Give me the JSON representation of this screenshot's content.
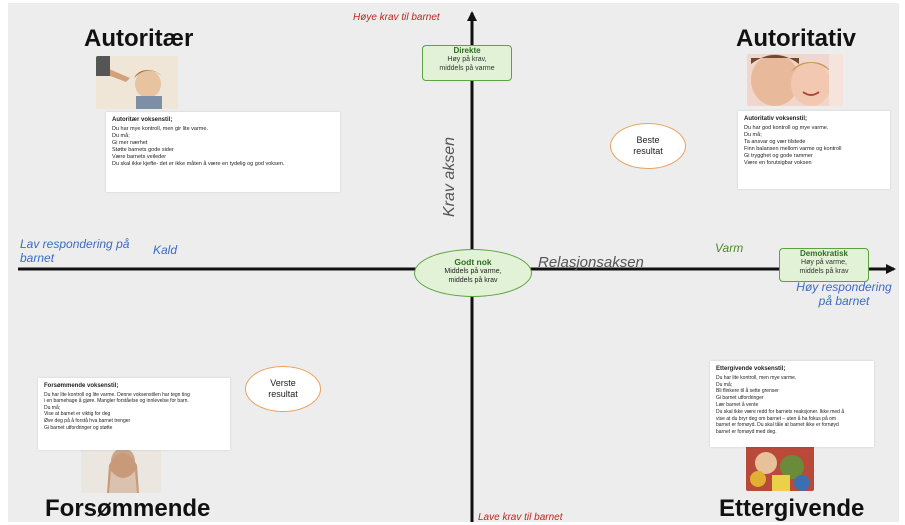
{
  "axes": {
    "top_label": "Høye krav til barnet",
    "bottom_label": "Lave krav til barnet",
    "left_label": "Lav respondering på barnet",
    "right_label": "Høy respondering på barnet",
    "vertical_axis_title": "Krav aksen",
    "horizontal_axis_title": "Relasjonsaksen",
    "cold_label": "Kald",
    "warm_label": "Varm"
  },
  "quadrants": {
    "top_left": {
      "title": "Autoritær",
      "heading": "Autoritær voksenstil;",
      "lines": [
        "Du har mye kontroll, men gir lite varme.",
        "Du må;",
        "Gi mer nærhet",
        "Støtte barnets gode sider",
        "Være barnets veileder",
        "Du skal ikke kjefte- det er ikke måten å være en tydelig og god voksen."
      ]
    },
    "top_right": {
      "title": "Autoritativ",
      "heading": "Autoritativ voksenstil;",
      "lines": [
        "Du har god kontroll og mye varme.",
        "Du må;",
        "Ta ansvar og vær tilstede",
        "Finn balansen mellom varme og kontroll",
        "Gi trygghet og gode rammer",
        "Være en forutsigbar voksen"
      ]
    },
    "bottom_left": {
      "title": "Forsømmende",
      "heading": "Forsømmende voksenstil;",
      "lines": [
        "Du har lite kontroll og lite varme. Denne voksenstilen har tegn ting",
        "i en barnehage å gjøre. Mangler forståelse og innlevelse for barn.",
        "Du må;",
        "Vise at barnet er viktig for deg",
        "Øve deg på å forstå hva barnet trenger",
        "Gi barnet utfordringer og støtte"
      ]
    },
    "bottom_right": {
      "title": "Ettergivende",
      "heading": "Ettergivende voksenstil;",
      "lines": [
        "Du har lite kontroll, men mye varme.",
        "Du må;",
        "Bli flinkere til å sette grenser",
        "Gi barnet utfordringer",
        "Lær barnet å vente",
        "Du skal ikke være redd for barnets reaksjoner. Ikke med å",
        "vise at du bryr deg om barnet – uten å ha fokus på om",
        "barnet er fornøyd. Du skal tåle at barnet ikke er fornøyd",
        "barnet er fornøyd med deg."
      ]
    }
  },
  "boxes": {
    "direkte": {
      "title": "Direkte",
      "line1": "Høy på krav,",
      "line2": "middels på varme"
    },
    "demokratisk": {
      "title": "Demokratisk",
      "line1": "Høy på varme,",
      "line2": "middels på krav"
    },
    "godt_nok": {
      "title": "Godt nok",
      "line1": "Middels på varme,",
      "line2": "middels på krav"
    },
    "beste": {
      "line1": "Beste",
      "line2": "resultat"
    },
    "verste": {
      "line1": "Verste",
      "line2": "resultat"
    }
  },
  "colors": {
    "background": "#ededed",
    "axis": "#111111",
    "red_label": "#c0261e",
    "blue_label": "#3b6cc2",
    "green_label": "#4f8a2a",
    "green_box_fill": "#e2f2d6",
    "green_box_border": "#5aa33e",
    "orange_ellipse": "#e8a25e"
  }
}
